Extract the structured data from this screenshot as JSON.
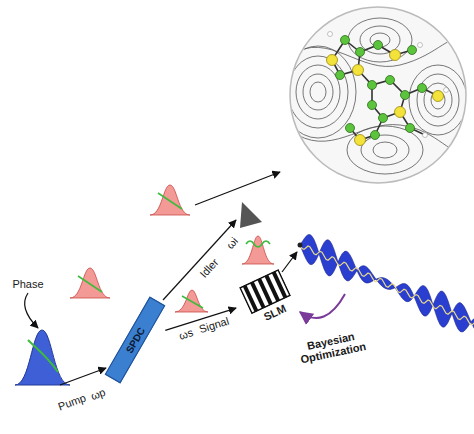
{
  "diagram": {
    "nodes": [
      {
        "text": [
          "SPDC"
        ]
      },
      {
        "text": [
          "SLM"
        ]
      }
    ],
    "edges": [
      {
        "from": 0,
        "to": 1,
        "arrow": "to",
        "label": "Signal"
      }
    ],
    "labels": [
      "Phase",
      "Pump",
      "ωp",
      "Idler",
      "ωi",
      "ωs",
      "Bayesian Optimization"
    ]
  }
}
